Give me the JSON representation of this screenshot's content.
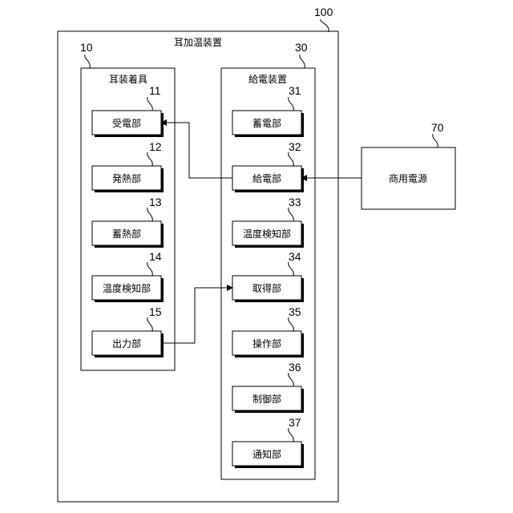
{
  "device": {
    "ref": "100",
    "title": "耳加温装置"
  },
  "ear_unit": {
    "ref": "10",
    "title": "耳装着具",
    "blocks": [
      {
        "ref": "11",
        "label": "受電部"
      },
      {
        "ref": "12",
        "label": "発熱部"
      },
      {
        "ref": "13",
        "label": "蓄熱部"
      },
      {
        "ref": "14",
        "label": "温度検知部"
      },
      {
        "ref": "15",
        "label": "出力部"
      }
    ]
  },
  "power_unit": {
    "ref": "30",
    "title": "給電装置",
    "blocks": [
      {
        "ref": "31",
        "label": "蓄電部"
      },
      {
        "ref": "32",
        "label": "給電部"
      },
      {
        "ref": "33",
        "label": "温度検知部"
      },
      {
        "ref": "34",
        "label": "取得部"
      },
      {
        "ref": "35",
        "label": "操作部"
      },
      {
        "ref": "36",
        "label": "制御部"
      },
      {
        "ref": "37",
        "label": "通知部"
      }
    ]
  },
  "commercial_power": {
    "ref": "70",
    "label": "商用電源"
  }
}
